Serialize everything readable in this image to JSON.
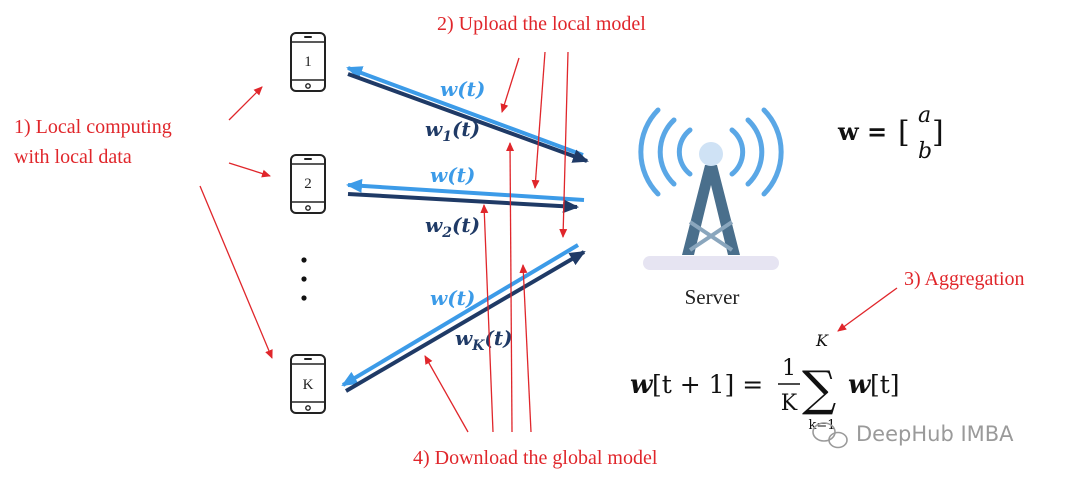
{
  "labels": {
    "upload": "2) Upload the local model",
    "local_line1": "1) Local computing",
    "local_line2": "with local data",
    "aggregation": "3) Aggregation",
    "download": "4) Download the global model",
    "server": "Server"
  },
  "phones": [
    "1",
    "2",
    "K"
  ],
  "dots": "⋮",
  "arrow_labels": {
    "global": "w(t)",
    "local_1": "w",
    "local_1_sub": "1",
    "local_2": "w",
    "local_2_sub": "2",
    "local_k": "w",
    "local_k_sub": "K",
    "local_arg": "(t)"
  },
  "vector": {
    "lhs": "w = [",
    "top": "a",
    "bottom": "b",
    "close": "]"
  },
  "aggregation_formula": {
    "lhs": "w",
    "lhs_index": "[t + 1] =",
    "numerator": "1",
    "denominator": "K",
    "sum_symbol": "∑",
    "upper": "K",
    "lower": "k=1",
    "term": "w",
    "term_index": "[t]"
  },
  "watermark": "DeepHub IMBA",
  "colors": {
    "annotation": "#e0262b",
    "light_arrow": "#3c9be8",
    "dark_arrow": "#1f3a66",
    "tower": "#4a6f8c",
    "signal": "#5aa7e6"
  }
}
